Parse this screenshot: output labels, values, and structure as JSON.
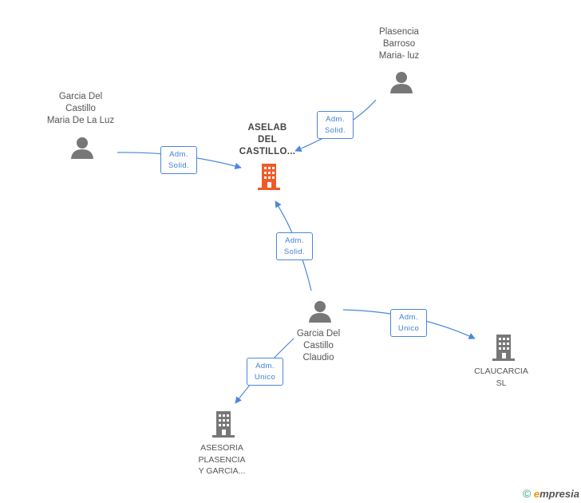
{
  "nodes": {
    "aselab": {
      "lines": [
        "ASELAB",
        "DEL",
        "CASTILLO..."
      ],
      "icon": "building-icon",
      "color": "#f05a28"
    },
    "plasencia_barroso": {
      "lines": [
        "Plasencia",
        "Barroso",
        "Maria- luz"
      ],
      "icon": "person-icon",
      "color": "#777777"
    },
    "garcia_maria": {
      "lines": [
        "Garcia Del",
        "Castillo",
        "Maria De La Luz"
      ],
      "icon": "person-icon",
      "color": "#777777"
    },
    "garcia_claudio": {
      "lines": [
        "Garcia Del",
        "Castillo",
        "Claudio"
      ],
      "icon": "person-icon",
      "color": "#777777"
    },
    "claucarcia": {
      "lines": [
        "CLAUCARCIA",
        "SL"
      ],
      "icon": "building-icon",
      "color": "#777777"
    },
    "asesoria": {
      "lines": [
        "ASESORIA",
        "PLASENCIA",
        "Y GARCIA..."
      ],
      "icon": "building-icon",
      "color": "#777777"
    }
  },
  "edges": {
    "plasencia_to_aselab": [
      "Adm.",
      "Solid."
    ],
    "maria_to_aselab": [
      "Adm.",
      "Solid."
    ],
    "claudio_to_aselab": [
      "Adm.",
      "Solid."
    ],
    "claudio_to_claucarcia": [
      "Adm.",
      "Unico"
    ],
    "claudio_to_asesoria": [
      "Adm.",
      "Unico"
    ]
  },
  "colors": {
    "edge": "#4a87d8",
    "person": "#777777",
    "building_main": "#f05a28",
    "building": "#777777"
  },
  "watermark": {
    "copyright": "©",
    "brand_initial": "e",
    "brand_rest": "mpresia"
  }
}
